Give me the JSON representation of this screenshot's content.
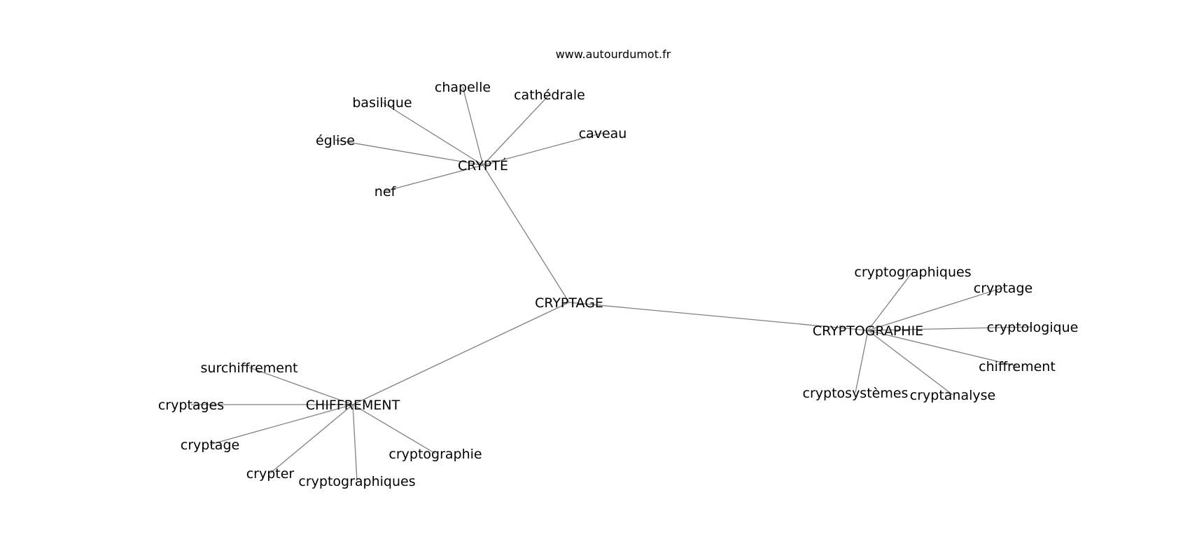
{
  "site": "www.autourdumot.fr",
  "colors": {
    "edge": "#808080",
    "text": "#000000",
    "background": "#ffffff"
  },
  "graph": {
    "center": "CRYPTAGE",
    "clusters": [
      {
        "hub": "CRYPTÉ",
        "leaves": [
          "chapelle",
          "basilique",
          "cathédrale",
          "caveau",
          "église",
          "nef"
        ]
      },
      {
        "hub": "CRYPTOGRAPHIE",
        "leaves": [
          "cryptographiques",
          "cryptage",
          "cryptologique",
          "chiffrement",
          "cryptosystèmes",
          "cryptanalyse"
        ]
      },
      {
        "hub": "CHIFFREMENT",
        "leaves": [
          "surchiffrement",
          "cryptages",
          "cryptage",
          "crypter",
          "cryptographiques",
          "cryptographie"
        ]
      }
    ]
  }
}
